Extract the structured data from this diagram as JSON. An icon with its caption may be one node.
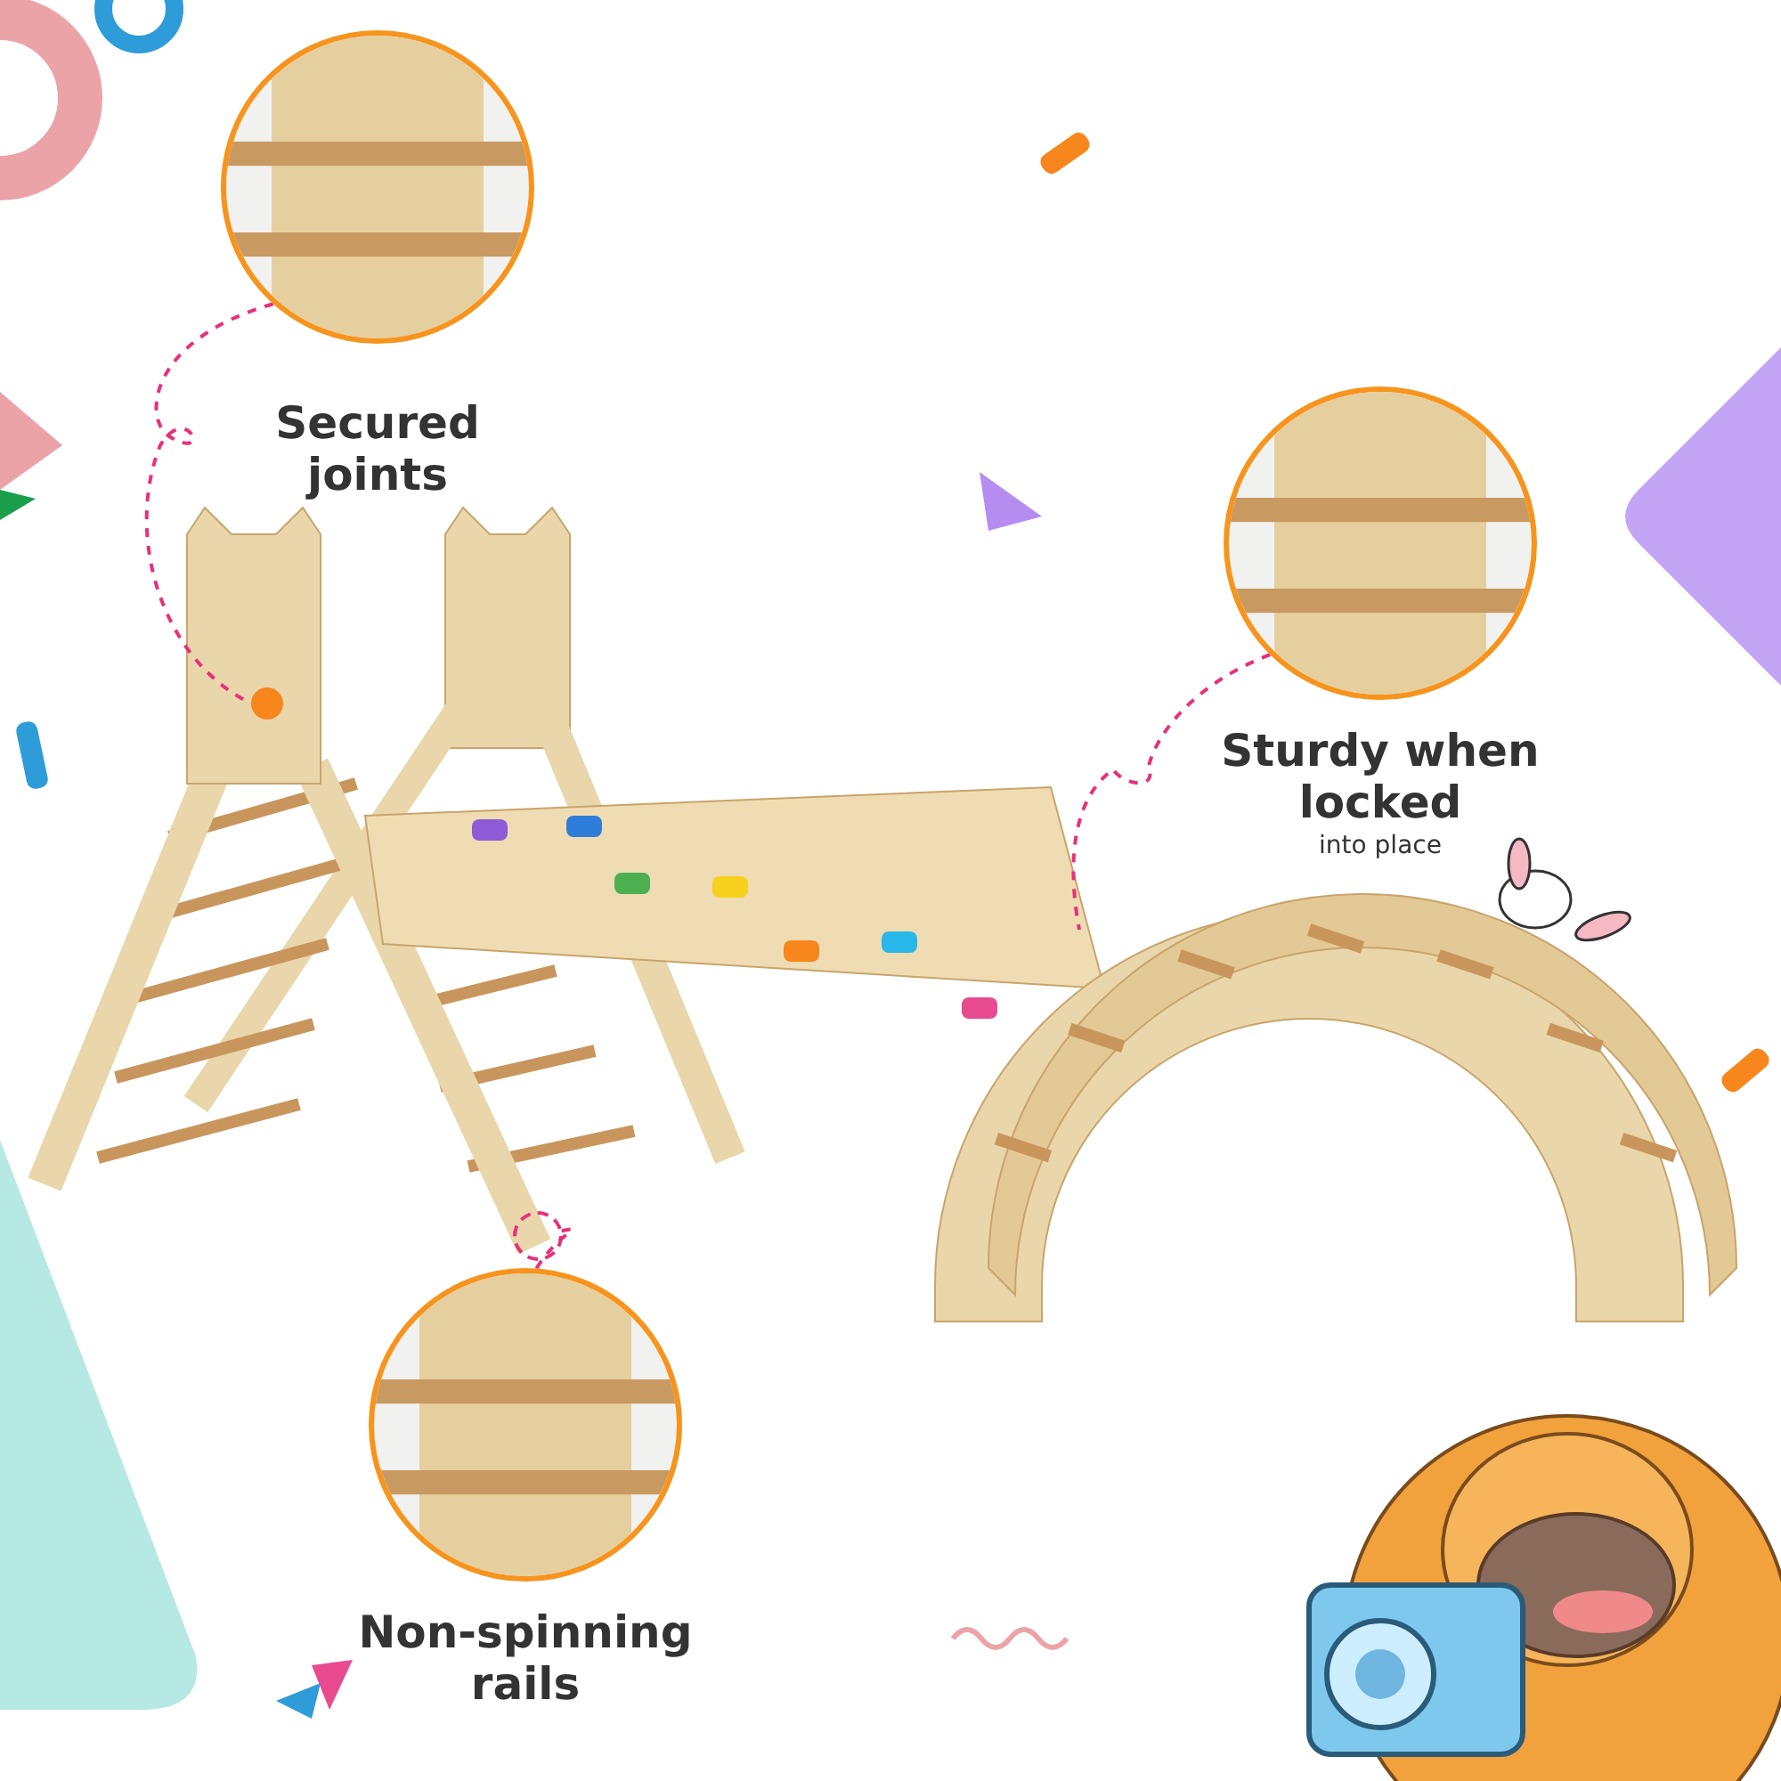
{
  "diagram": {
    "nodes": [
      {
        "text": [
          "Secured joints"
        ]
      },
      {
        "text": [],
        "shape": "circle"
      },
      {
        "text": [
          "Sturdy when locked",
          "into place"
        ]
      },
      {
        "text": [],
        "shape": "circle"
      },
      {
        "text": [
          "Non-spinning rails"
        ]
      }
    ],
    "edges": [
      {
        "from": 0,
        "to": 1,
        "arrow": "none",
        "style": "dashed"
      },
      {
        "from": 2,
        "to": null,
        "arrow": "none",
        "style": "dashed"
      },
      {
        "from": 4,
        "to": 3,
        "arrow": "none",
        "style": "dashed"
      }
    ]
  }
}
